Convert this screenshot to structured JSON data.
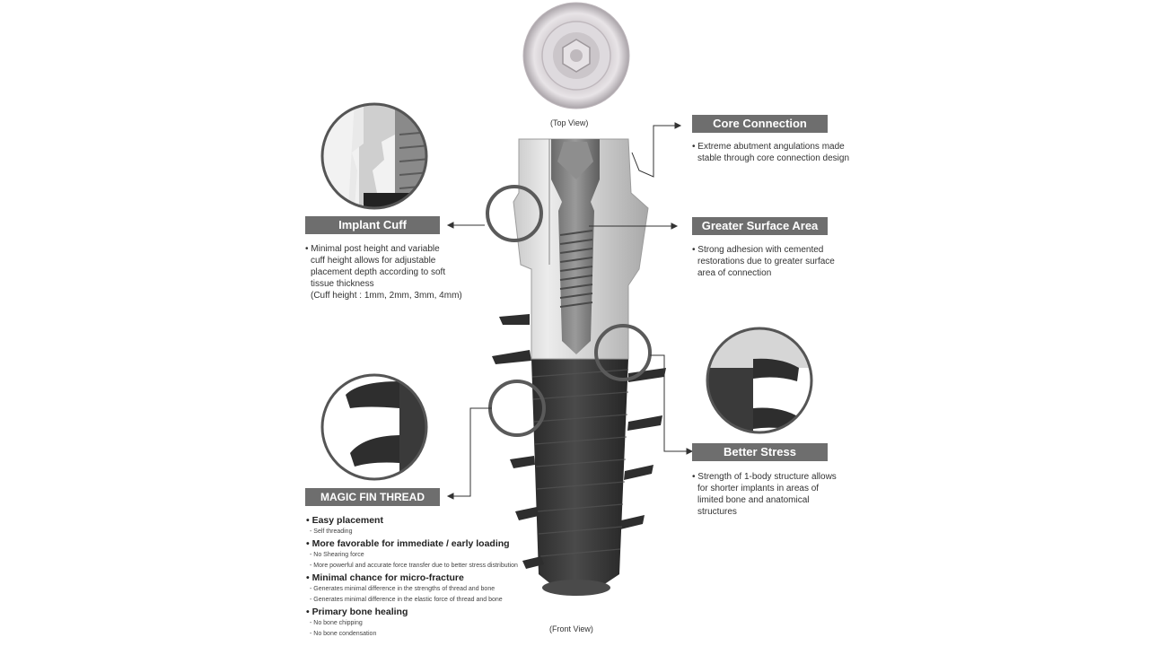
{
  "captions": {
    "top_view": "(Top View)",
    "front_view": "(Front View)"
  },
  "core_connection": {
    "title": "Core Connection",
    "lines": [
      "• Extreme abutment angulations made",
      "stable through core connection design"
    ]
  },
  "greater_surface": {
    "title": "Greater Surface Area",
    "lines": [
      "• Strong adhesion with cemented",
      "restorations due to greater surface",
      "area of connection"
    ]
  },
  "implant_cuff": {
    "title": "Implant Cuff",
    "lines": [
      "• Minimal post height and variable",
      "cuff height allows for adjustable",
      "placement depth according to soft",
      "tissue thickness",
      "(Cuff height : 1mm, 2mm, 3mm, 4mm)"
    ]
  },
  "better_stress": {
    "title": "Better Stress Distribution",
    "lines": [
      "• Strength of 1-body structure allows",
      "for shorter implants in areas of",
      "limited bone and anatomical",
      "structures"
    ]
  },
  "magic_fin": {
    "title": "MAGIC FIN THREAD",
    "items": [
      {
        "heading": "• Easy placement",
        "subs": [
          "- Self threading"
        ]
      },
      {
        "heading": "• More favorable for immediate / early loading",
        "subs": [
          "- No Shearing force",
          "- More powerful and accurate force transfer due to better stress distribution"
        ]
      },
      {
        "heading": "• Minimal chance for micro-fracture",
        "subs": [
          "- Generates minimal difference in the strengths of thread and bone",
          "- Generates minimal difference in the elastic force of thread and bone"
        ]
      },
      {
        "heading": "• Primary bone healing",
        "subs": [
          "- No bone chipping",
          "- No bone condensation"
        ]
      }
    ]
  },
  "colors": {
    "header_bg": "#6e6e6e",
    "metal_light": "#d9d9d9",
    "metal_dark": "#7a7a7a",
    "body_dark": "#333333"
  }
}
